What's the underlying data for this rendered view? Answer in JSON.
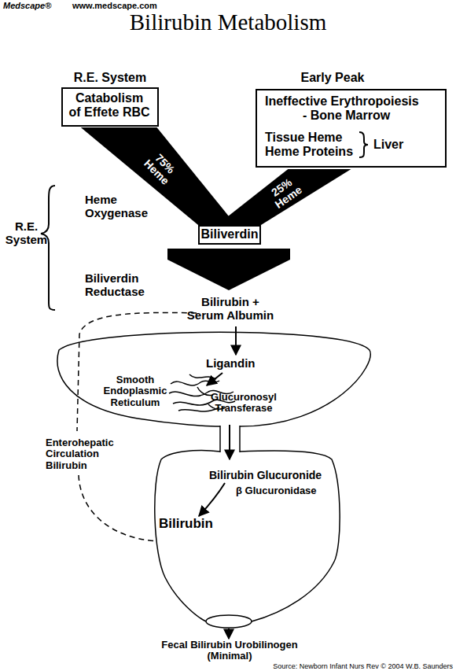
{
  "diagram": {
    "title": "Bilirubin Metabolism",
    "nodes": [
      {
        "text": [
          "R.E. System",
          "Catabolism of Effete RBC"
        ]
      },
      {
        "text": [
          "Early Peak",
          "Ineffective Erythropoiesis - Bone Marrow",
          "Tissue Heme Heme Proteins",
          "Liver"
        ]
      },
      {
        "text": [
          "Biliverdin"
        ]
      },
      {
        "text": [
          "Ligandin",
          "Smooth Endoplasmic Reticulum",
          "Glucuronosyl Transferase"
        ]
      },
      {
        "text": [
          "Bilirubin Glucuronide",
          "β Glucuronidase",
          "Bilirubin"
        ]
      }
    ],
    "edges": [
      {
        "from": 0,
        "to": 2,
        "label": "75% Heme",
        "arrow": "none"
      },
      {
        "from": 1,
        "to": 2,
        "label": "25% Heme",
        "arrow": "none"
      },
      {
        "from": 3,
        "to": 4,
        "arrow": "to"
      }
    ],
    "labels": [
      "Medscape®",
      "www.medscape.com",
      "Heme Oxygenase",
      "Biliverdin Reductase",
      "R.E. System",
      "Bilirubin + Serum Albumin",
      "Enterohepatic Circulation Bilirubin",
      "Fecal Bilirubin Urobilinogen (Minimal)",
      "Source: Newborn Infant Nurs Rev © 2004 W.B. Saunders"
    ]
  }
}
